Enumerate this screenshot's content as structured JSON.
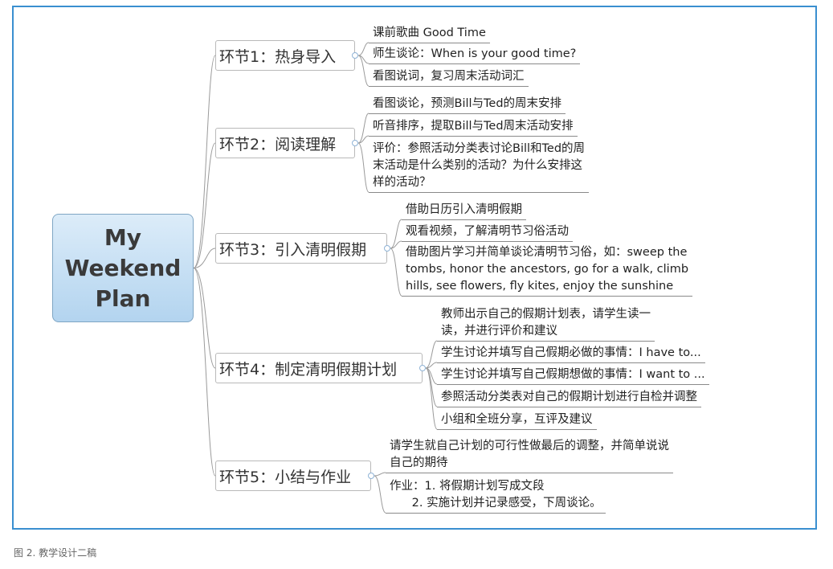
{
  "central": {
    "title": "My\nWeekend\nPlan"
  },
  "branches": [
    {
      "label": "环节1：热身导入",
      "items": [
        "课前歌曲 Good Time",
        "师生谈论：When is your good time?",
        "看图说词，复习周末活动词汇"
      ]
    },
    {
      "label": "环节2：阅读理解",
      "items": [
        "看图谈论，预测Bill与Ted的周末安排",
        "听音排序，提取Bill与Ted周末活动安排",
        "评价：参照活动分类表讨论Bill和Ted的周\n末活动是什么类别的活动？为什么安排这\n样的活动？"
      ]
    },
    {
      "label": "环节3：引入清明假期",
      "items": [
        "借助日历引入清明假期",
        "观看视频，了解清明节习俗活动",
        "借助图片学习并简单谈论清明节习俗，如：sweep the\ntombs, honor the ancestors, go for a walk, climb\nhills, see flowers, fly kites, enjoy the sunshine"
      ]
    },
    {
      "label": "环节4：制定清明假期计划",
      "items": [
        "教师出示自己的假期计划表，请学生读一\n读，并进行评价和建议",
        "学生讨论并填写自己假期必做的事情：I have to...",
        "学生讨论并填写自己假期想做的事情：I want to ...",
        "参照活动分类表对自己的假期计划进行自检并调整",
        "小组和全班分享，互评及建议"
      ]
    },
    {
      "label": "环节5：小结与作业",
      "items": [
        "请学生就自己计划的可行性做最后的调整，并简单说说\n自己的期待",
        "作业：1. 将假期计划写成文段\n      2. 实施计划并记录感受，下周谈论。"
      ]
    }
  ],
  "caption": "图 2. 教学设计二稿"
}
